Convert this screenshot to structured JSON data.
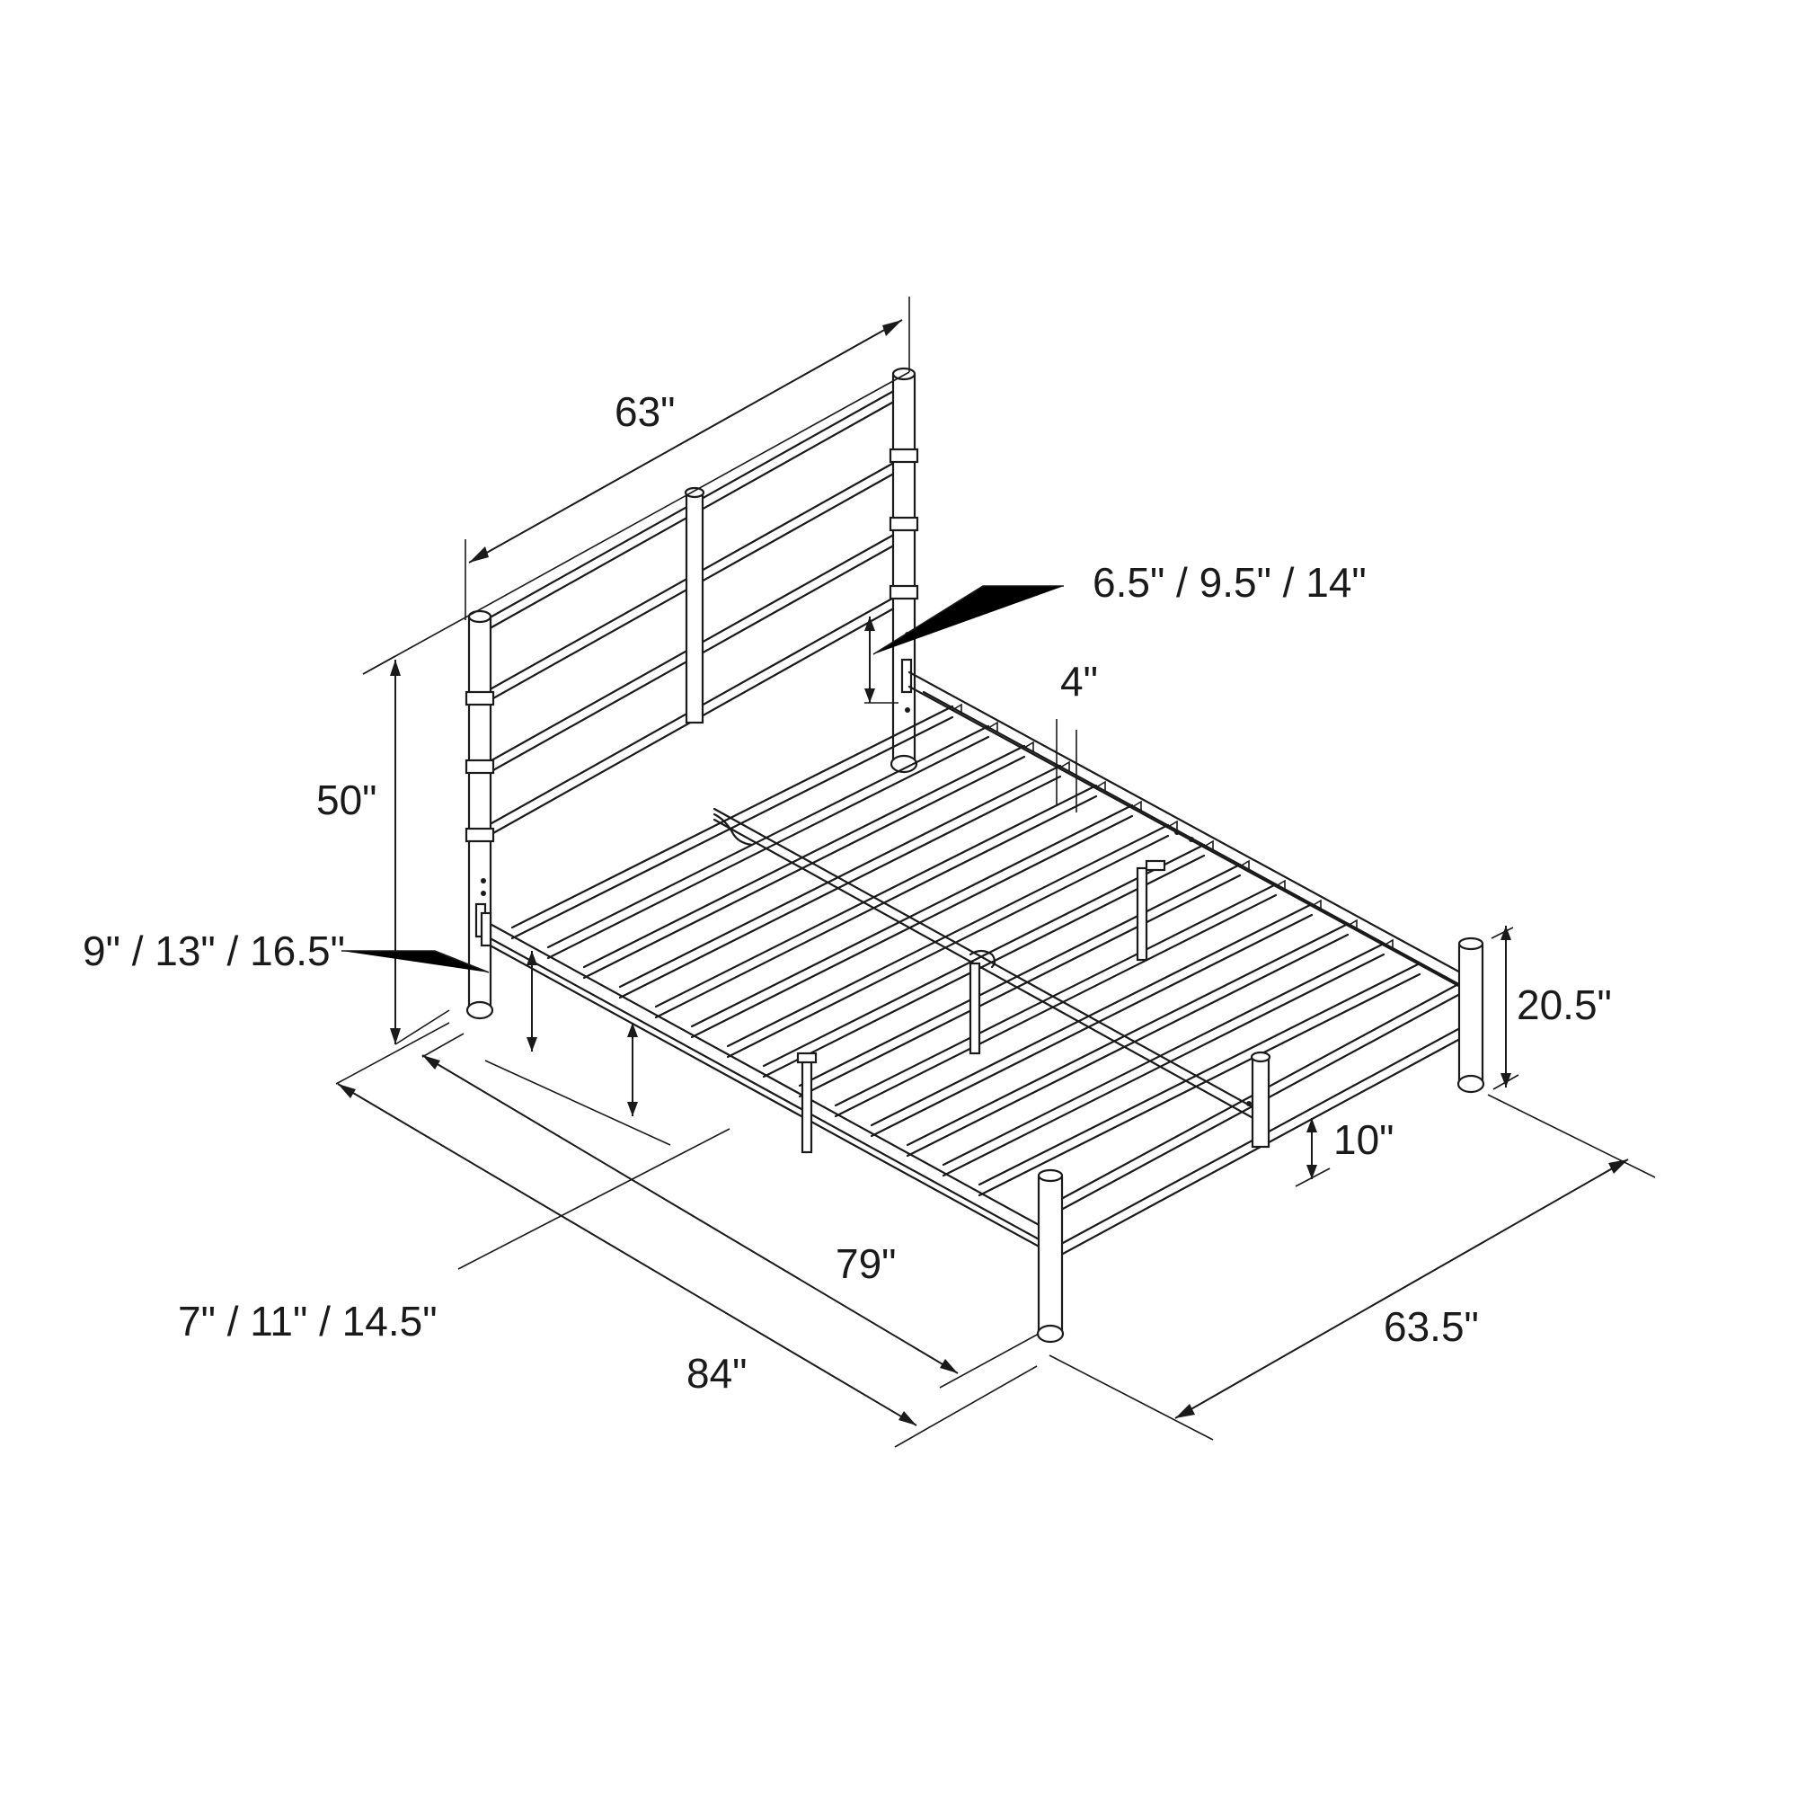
{
  "diagram": {
    "stroke_color": "#1a1a1a",
    "background_color": "#ffffff",
    "dimensions": {
      "headboard_width": "63\"",
      "headboard_height": "50\"",
      "headboard_clearance": "6.5\" / 9.5\" / 14\"",
      "slat_spacing": "4\"",
      "side_rail_clearance": "9\" / 13\" / 16.5\"",
      "underbed_clearance": "7\" / 11\" / 14.5\"",
      "inner_length": "79\"",
      "overall_length": "84\"",
      "overall_width": "63.5\"",
      "footboard_height": "20.5\"",
      "footboard_clearance": "10\""
    }
  }
}
